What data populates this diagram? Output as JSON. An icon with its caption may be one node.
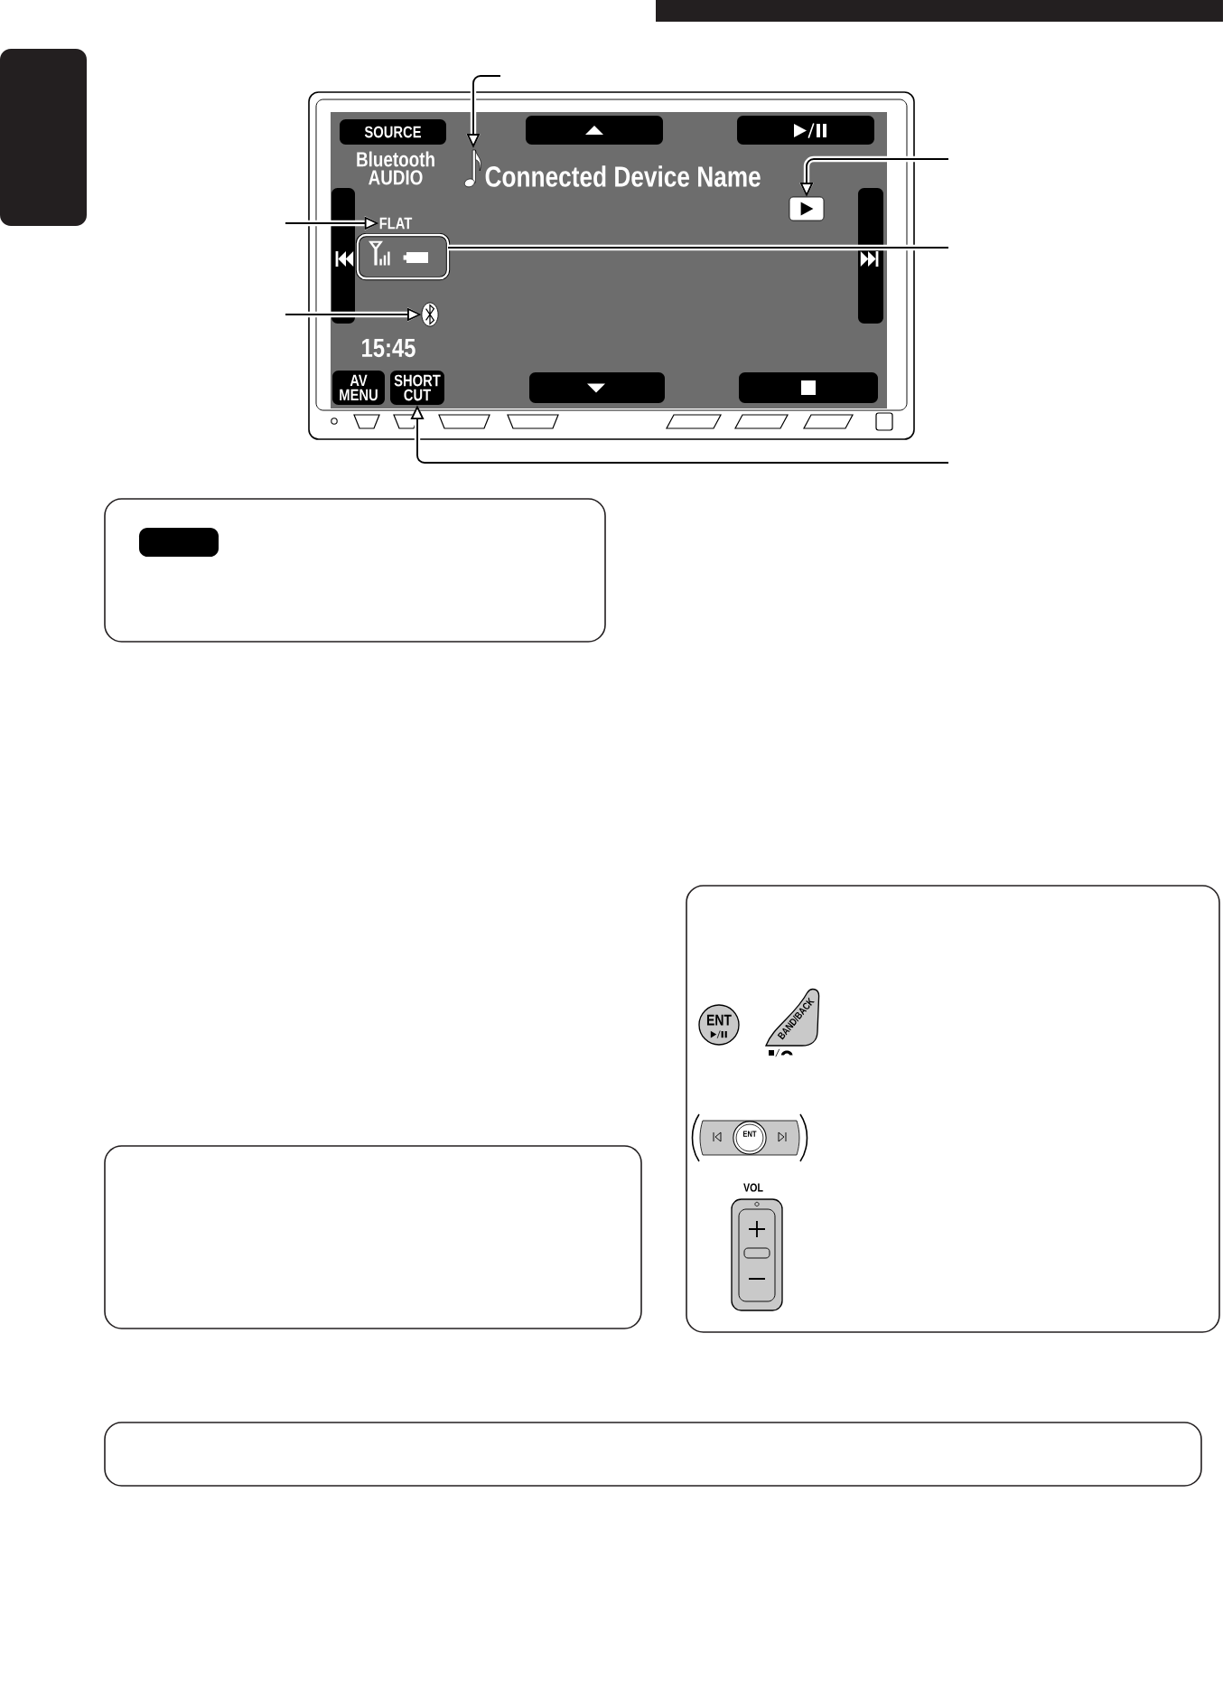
{
  "diagram": {
    "nodes": [
      {
        "text": [],
        "shape": "box"
      },
      {
        "text": [
          "Bluetooth AUDIO",
          "Connected Device Name",
          "15:45"
        ]
      },
      {
        "text": [
          "SOURCE"
        ],
        "in": 1
      },
      {
        "text": [],
        "shape": "box",
        "in": 1
      },
      {
        "text": [],
        "shape": "box",
        "in": 1
      },
      {
        "text": [],
        "shape": "picture",
        "in": 1
      },
      {
        "text": [],
        "shape": "picture",
        "in": 1
      },
      {
        "text": [],
        "shape": "box",
        "in": 1
      },
      {
        "text": [
          "FLAT"
        ],
        "in": 1
      },
      {
        "text": [],
        "shape": "box",
        "in": 1
      },
      {
        "text": [],
        "shape": "box",
        "in": 1
      },
      {
        "text": [],
        "shape": "picture",
        "in": 1
      },
      {
        "text": [
          "AV MENU"
        ],
        "in": 1
      },
      {
        "text": [
          "SHORT CUT"
        ],
        "in": 1
      },
      {
        "text": [],
        "shape": "box",
        "in": 1
      },
      {
        "text": [],
        "shape": "box",
        "in": 1
      },
      {
        "text": [],
        "shape": "box"
      },
      {
        "text": [],
        "shape": "box"
      }
    ],
    "edges": [
      {
        "from": null,
        "to": 5,
        "arrow": "to"
      },
      {
        "from": null,
        "to": 6,
        "arrow": "to"
      },
      {
        "from": null,
        "to": 8,
        "arrow": "to"
      },
      {
        "from": null,
        "to": 9,
        "arrow": "none"
      },
      {
        "from": null,
        "to": 11,
        "arrow": "to"
      },
      {
        "from": null,
        "to": 13,
        "arrow": "to"
      }
    ],
    "labels": [
      "ENT",
      "BAND/BACK",
      "ENT",
      "VOL"
    ]
  }
}
